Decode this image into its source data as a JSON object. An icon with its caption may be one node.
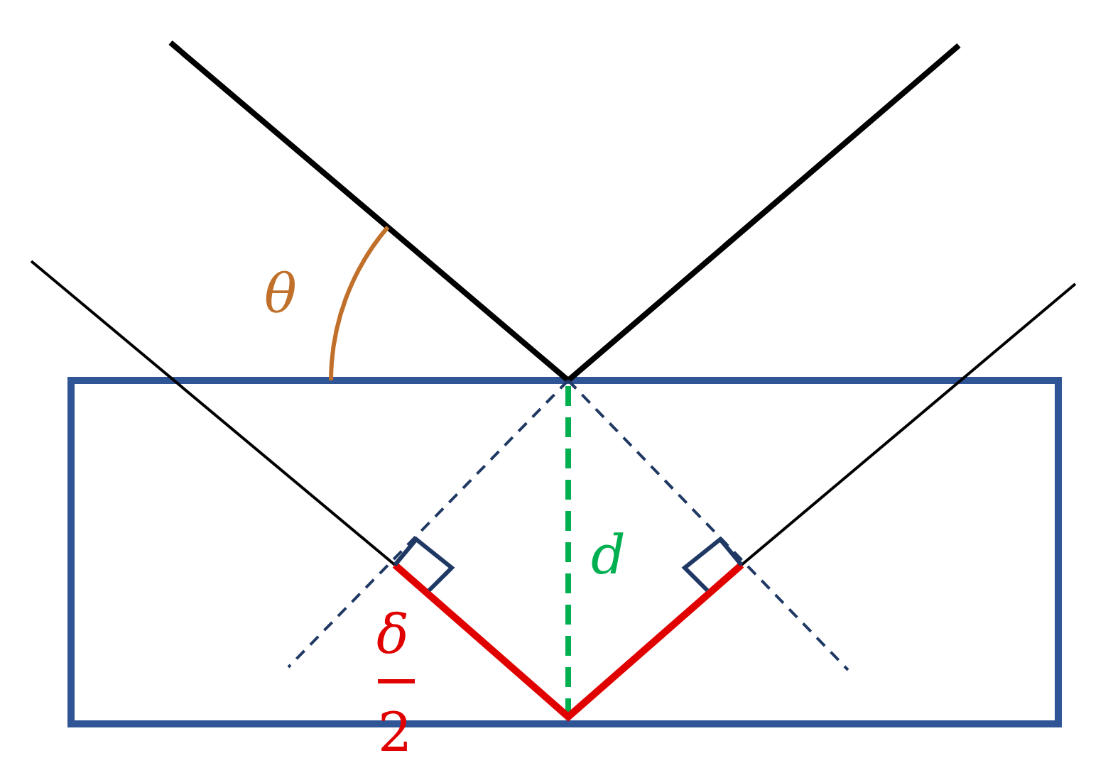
{
  "diagram": {
    "labels": [
      "θ",
      "d",
      "δ",
      "2"
    ]
  }
}
